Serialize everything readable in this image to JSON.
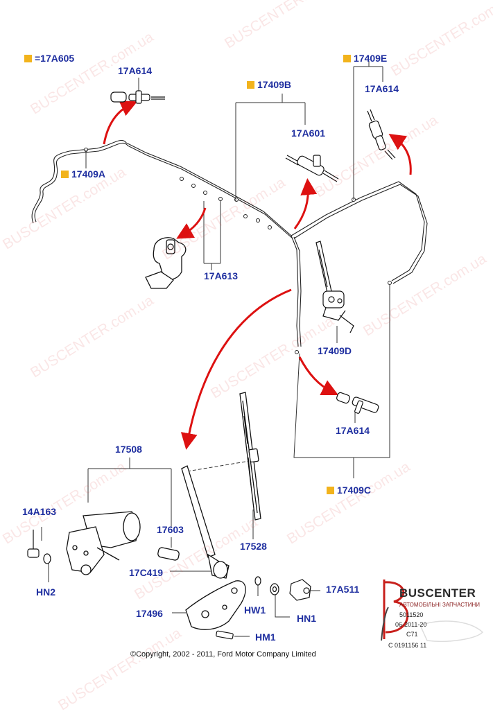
{
  "watermark": "BUSCENTER.com.ua",
  "labels": {
    "l_17a605": "=17A605",
    "l_17a614_top": "17A614",
    "l_17409b": "17409B",
    "l_17409e": "17409E",
    "l_17a614_right": "17A614",
    "l_17a601": "17A601",
    "l_17409a": "17409A",
    "l_17a613": "17A613",
    "l_17409d": "17409D",
    "l_17a614_mid": "17A614",
    "l_17409c": "17409C",
    "l_17508": "17508",
    "l_14a163": "14A163",
    "l_17603": "17603",
    "l_17528": "17528",
    "l_17c419": "17C419",
    "l_hn2": "HN2",
    "l_17a511": "17A511",
    "l_hw1": "HW1",
    "l_17496": "17496",
    "l_hn1": "HN1",
    "l_hm1": "HM1"
  },
  "copyright": "©Copyright, 2002 - 2011, Ford Motor Company Limited",
  "logo": {
    "brand": "BUSCENTER",
    "tagline": "АВТОМОБІЛЬНІ ЗАПЧАСТИНИ",
    "code1": "5011520",
    "code2": "06-2011-20",
    "code3": "C71",
    "code4": "C 0191156 11"
  },
  "colors": {
    "label": "#1f2fa0",
    "marker": "#f2b31c",
    "arrow": "#dd1111",
    "watermark": "#d73c3c"
  }
}
